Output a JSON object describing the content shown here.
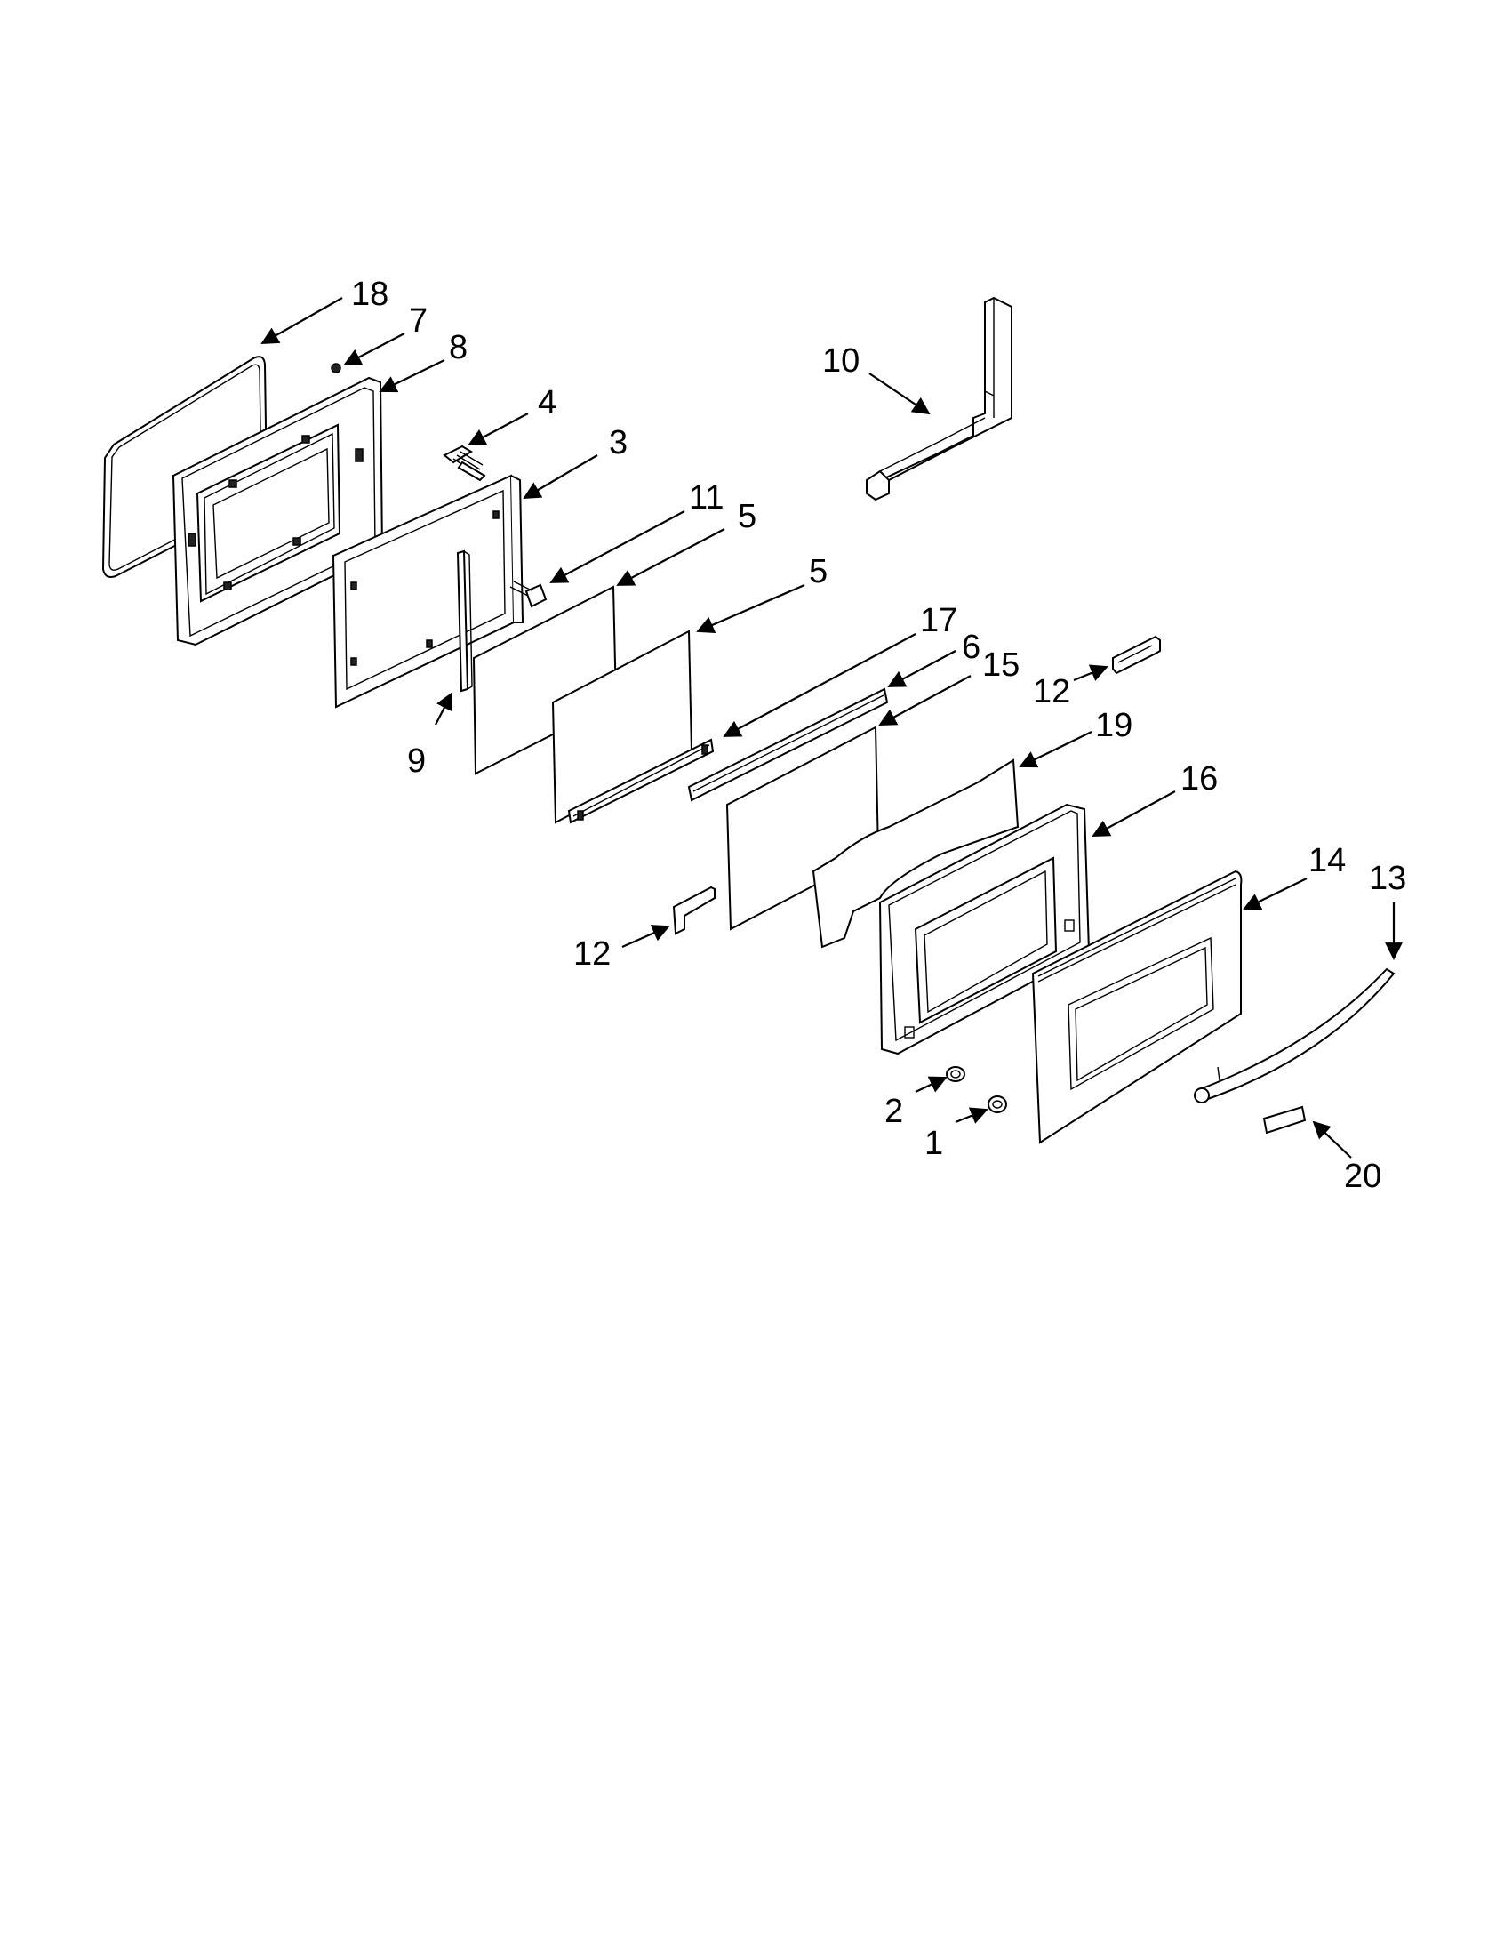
{
  "callouts": [
    {
      "id": "c18",
      "text": "18"
    },
    {
      "id": "c7",
      "text": "7"
    },
    {
      "id": "c8",
      "text": "8"
    },
    {
      "id": "c4",
      "text": "4"
    },
    {
      "id": "c3",
      "text": "3"
    },
    {
      "id": "c11",
      "text": "11"
    },
    {
      "id": "c5a",
      "text": "5"
    },
    {
      "id": "c5b",
      "text": "5"
    },
    {
      "id": "c9",
      "text": "9"
    },
    {
      "id": "c10",
      "text": "10"
    },
    {
      "id": "c17",
      "text": "17"
    },
    {
      "id": "c6",
      "text": "6"
    },
    {
      "id": "c15",
      "text": "15"
    },
    {
      "id": "c12a",
      "text": "12"
    },
    {
      "id": "c19",
      "text": "19"
    },
    {
      "id": "c16",
      "text": "16"
    },
    {
      "id": "c12b",
      "text": "12"
    },
    {
      "id": "c14",
      "text": "14"
    },
    {
      "id": "c13",
      "text": "13"
    },
    {
      "id": "c2",
      "text": "2"
    },
    {
      "id": "c1",
      "text": "1"
    },
    {
      "id": "c20",
      "text": "20"
    }
  ]
}
